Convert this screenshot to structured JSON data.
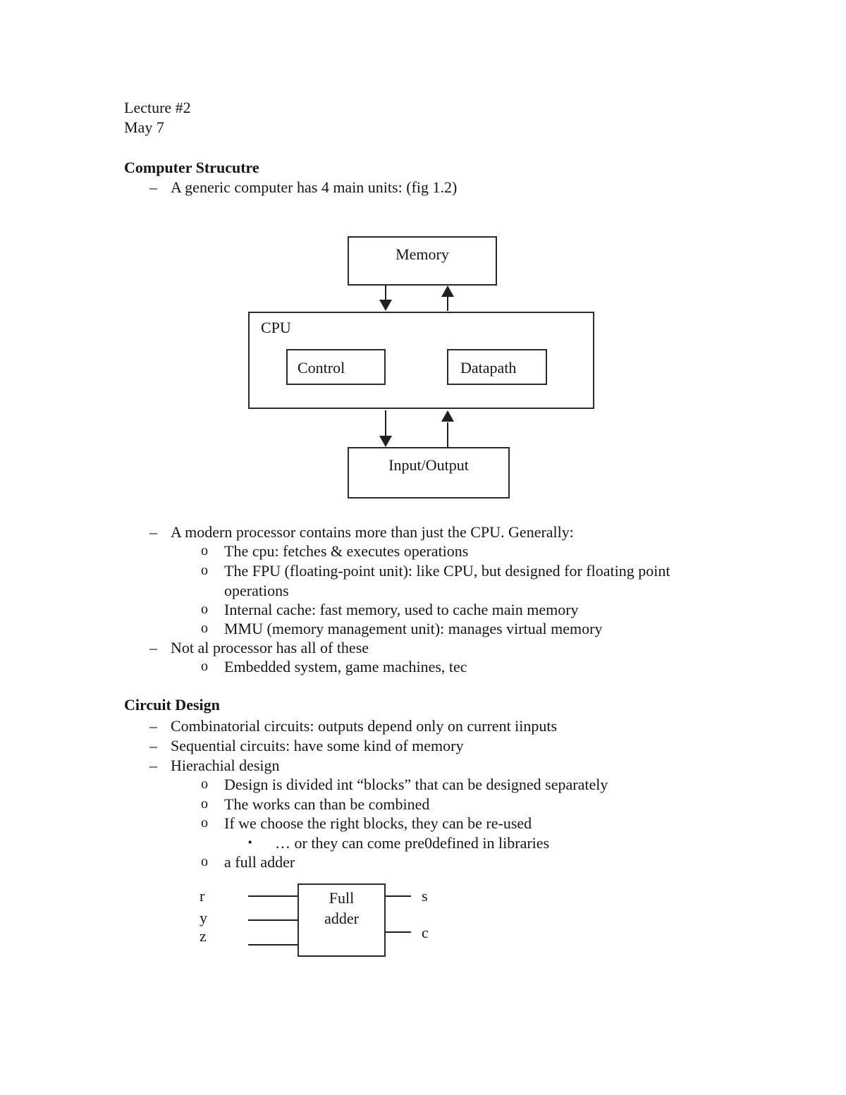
{
  "document": {
    "line1": "Lecture #2",
    "line2": "May 7"
  },
  "bullets": {
    "dash": "–",
    "circle": "o",
    "square": "▪"
  },
  "section_computer": {
    "heading": "Computer Strucutre",
    "intro": "A generic computer has 4 main units: (fig 1.2)"
  },
  "diagram_computer": {
    "memory": "Memory",
    "cpu": "CPU",
    "control": "Control",
    "datapath": "Datapath",
    "io": "Input/Output"
  },
  "processor_list": {
    "intro": "A modern processor contains more than just the CPU. Generally:",
    "cpu_item": "The cpu: fetches & executes operations",
    "fpu_item": "The FPU (floating-point unit): like CPU, but designed for floating point operations",
    "cache_item": "Internal cache: fast memory, used to cache main memory",
    "mmu_item": "MMU (memory management unit): manages virtual memory",
    "not_all": "Not al processor has all of these",
    "embedded": "Embedded system, game machines, tec"
  },
  "section_circuit": {
    "heading": "Circuit Design",
    "combinatorial": "Combinatorial circuits: outputs depend only on current iinputs",
    "sequential": "Sequential circuits: have some kind of memory",
    "hierarchical": "Hierachial design",
    "blocks": "Design is divided int “blocks” that can be designed separately",
    "combined": "The works can than be combined",
    "reused": "If we choose the right blocks, they can be re-used",
    "libraries": "… or they can come pre0defined in libraries",
    "full_adder": "a full adder"
  },
  "diagram_full_adder": {
    "box_line1": "Full",
    "box_line2": "adder",
    "input_r": "r",
    "input_y": "y",
    "input_z": "z",
    "output_s": "s",
    "output_c": "c"
  }
}
